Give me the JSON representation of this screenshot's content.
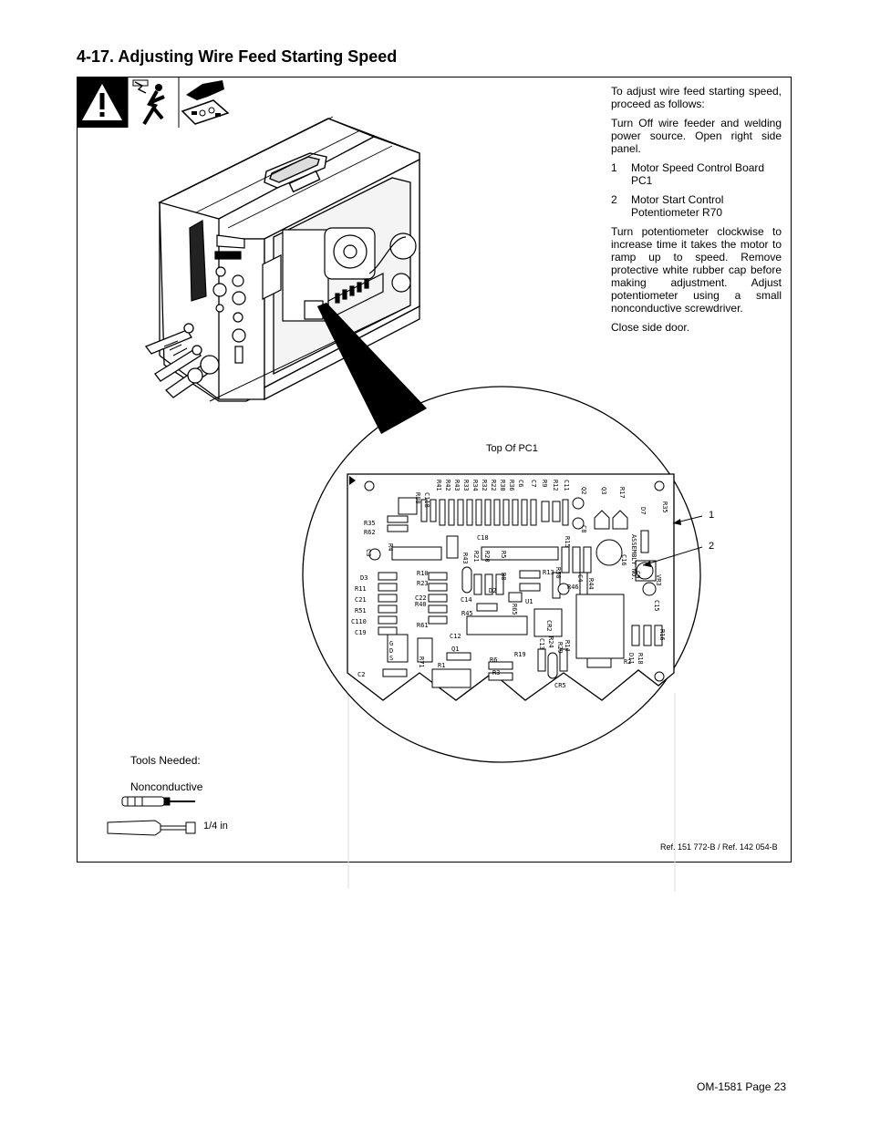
{
  "title": "4-17. Adjusting Wire Feed Starting Speed",
  "instructions": {
    "intro": "To adjust wire feed starting speed, proceed as follows:",
    "step1": "Turn Off wire feeder and welding power source. Open right side panel.",
    "items": [
      {
        "num": "1",
        "text": "Motor Speed Control Board PC1"
      },
      {
        "num": "2",
        "text": "Motor Start Control Potentiometer R70"
      }
    ],
    "step2": "Turn potentiometer clockwise to increase time it takes the motor to ramp up to speed. Remove protective white rubber cap before making adjustment. Adjust potentiometer using a small nonconductive screwdriver.",
    "step3": "Close side door."
  },
  "figure": {
    "pcb_label": "Top Of PC1",
    "callout_1": "1",
    "callout_2": "2",
    "pcb_labels": [
      "R80",
      "C118",
      "R41",
      "R42",
      "R43",
      "R33",
      "R34",
      "R32",
      "R22",
      "R30",
      "R36",
      "C6",
      "C7",
      "R9",
      "R12",
      "C11",
      "Q2",
      "Q3",
      "R17",
      "D7",
      "ASSEMBLY NO.",
      "R35",
      "R62",
      "C8",
      "R15",
      "C16",
      "C3",
      "R4",
      "R43",
      "C18",
      "R21",
      "R20",
      "R5",
      "R13",
      "R50",
      "R44",
      "R10",
      "R23",
      "C9",
      "VR3",
      "D3",
      "R11",
      "C21",
      "R51",
      "C110",
      "C19",
      "C22",
      "R40",
      "R61",
      "C14",
      "R45",
      "R8",
      "D2",
      "U1",
      "R65",
      "C4",
      "R46",
      "C12",
      "C15",
      "R16",
      "Q1",
      "R6",
      "R19",
      "C13",
      "R24",
      "R29",
      "R2",
      "D11",
      "R18",
      "R14",
      "R71",
      "C2",
      "R1",
      "R3",
      "CR5",
      "CR2",
      "G",
      "D",
      "S"
    ]
  },
  "tools": {
    "label": "Tools Needed:",
    "screwdriver": "Nonconductive",
    "wrench": "1/4 in"
  },
  "reference": "Ref. 151 772-B / Ref. 142 054-B",
  "footer": "OM-1581  Page 23"
}
